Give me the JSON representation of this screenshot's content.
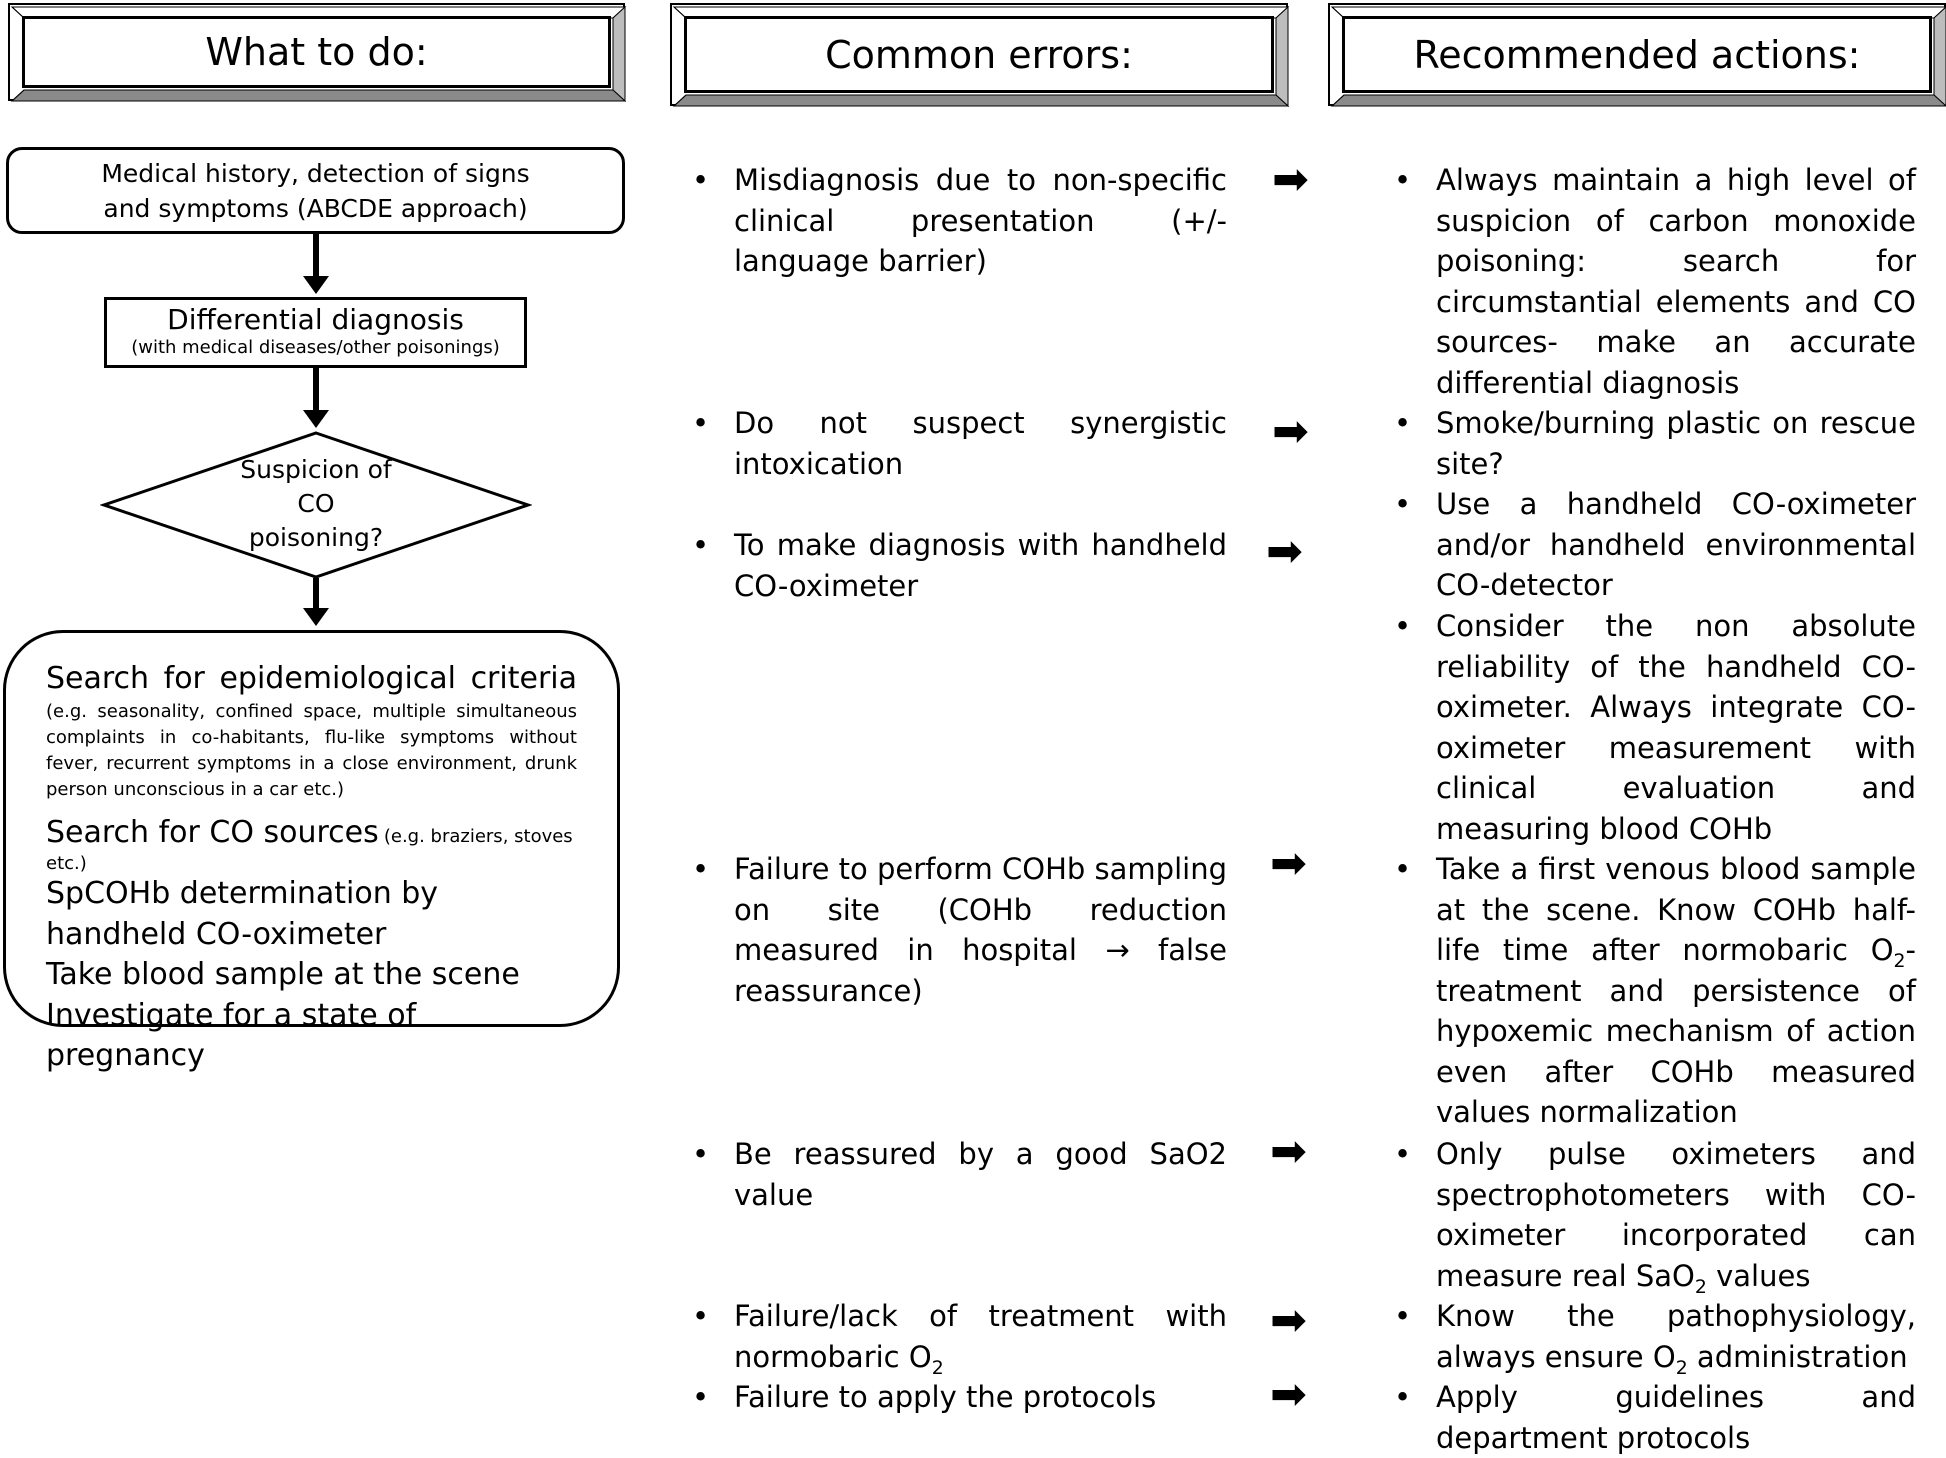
{
  "headers": {
    "what": "What to do:",
    "errors": "Common errors:",
    "actions": "Recommended actions:"
  },
  "flow": {
    "step1": "Medical history, detection of signs and symptoms (ABCDE approach)",
    "step2_title": "Differential diagnosis",
    "step2_sub": "(with medical diseases/other poisonings)",
    "decision_line1": "Suspicion of",
    "decision_line2": "CO",
    "decision_line3": "poisoning?",
    "final": {
      "epi_title": "Search for epidemiological criteria",
      "epi_detail": "(e.g. seasonality, confined space, multiple simultaneous complaints in co-habitants, flu-like symptoms without fever, recurrent symptoms in a close environment, drunk person unconscious in a car etc.)",
      "co_title": "Search for CO sources",
      "co_detail": "(e.g. braziers, stoves etc.)",
      "spcohb": "SpCOHb determination by handheld CO-oximeter",
      "blood": "Take blood sample at the scene",
      "pregnancy": "Investigate for a state of pregnancy"
    }
  },
  "bullet_symbol": "•",
  "arrow_symbol": "➡",
  "errors": {
    "e1": "Misdiagnosis due to non-specific clinical presentation (+/- language barrier)",
    "e2": "Do not suspect synergistic intoxication",
    "e3": "To make diagnosis with handheld CO-oximeter",
    "e4": "Failure to perform COHb sampling on site (COHb reduction measured in hospital → false reassurance)",
    "e5": "Be reassured by a good SaO2 value",
    "e6_a": "Failure/lack of treatment with normobaric O",
    "e6_sub": "2",
    "e7": "Failure to apply the protocols"
  },
  "actions": {
    "a1": "Always maintain a high level of suspicion of carbon monoxide poisoning: search for circumstantial elements and CO sources- make an accurate differential diagnosis",
    "a2": "Smoke/burning plastic on rescue site?",
    "a3": "Use a handheld CO-oximeter and/or handheld environmental CO-detector",
    "a4": "Consider the non absolute reliability of the handheld CO-oximeter. Always integrate CO-oximeter measurement with clinical evaluation and measuring blood COHb",
    "a5_a": "Take a first venous blood sample at the scene. Know COHb half-life time after normobaric O",
    "a5_sub": "2",
    "a5_b": "-treatment and persistence of hypoxemic mechanism of action even after COHb measured values normalization",
    "a6_a": "Only pulse oximeters and spectrophotometers with CO-oximeter incorporated can measure real SaO",
    "a6_sub": "2",
    "a6_b": " values",
    "a7_a": "Know the pathophysiology, always ensure O",
    "a7_sub": "2",
    "a7_b": " administration",
    "a8": "Apply guidelines and department protocols"
  }
}
